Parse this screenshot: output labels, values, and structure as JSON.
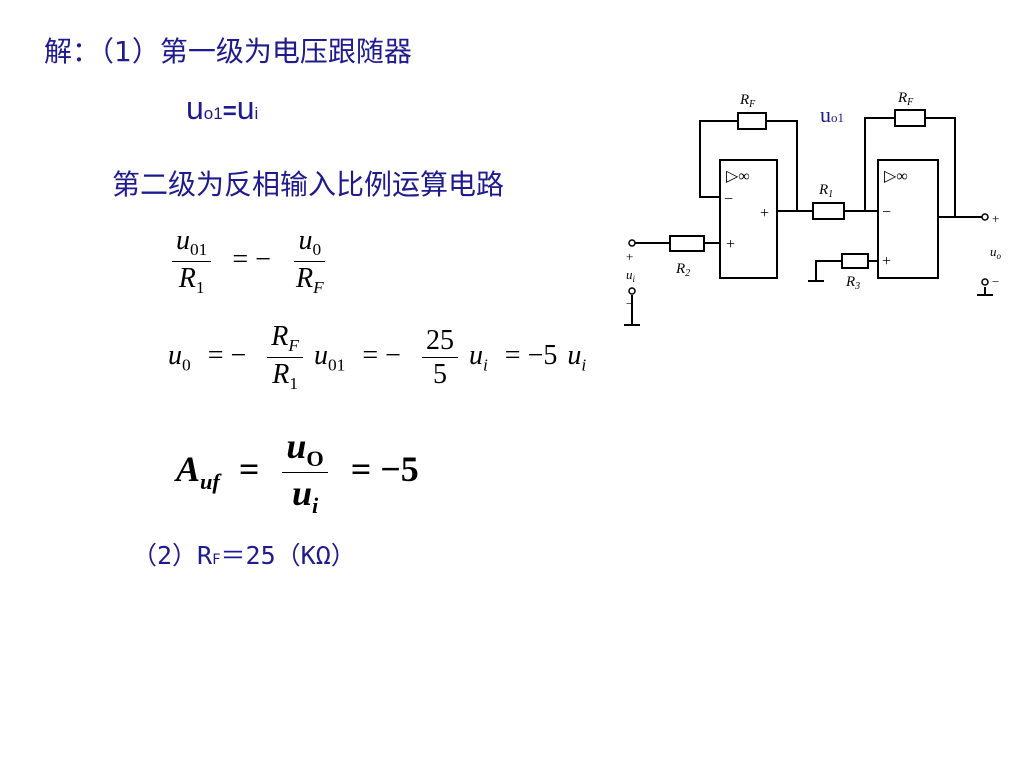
{
  "header": {
    "title": "解：（1）第一级为电压跟随器"
  },
  "eq_follower": {
    "lhs_main": "u",
    "lhs_sub": "o1",
    "equals": "=",
    "rhs_main": "u",
    "rhs_sub": "i"
  },
  "stage2_text": "第二级为反相输入比例运算电路",
  "eq1": {
    "num_left_var": "u",
    "num_left_sub": "01",
    "den_left_var": "R",
    "den_left_sub": "1",
    "op": "= −",
    "num_right_var": "u",
    "num_right_sub": "0",
    "den_right_var": "R",
    "den_right_sub": "F"
  },
  "eq2": {
    "lhs_var": "u",
    "lhs_sub": "0",
    "op1": "= −",
    "frac1_num_var": "R",
    "frac1_num_sub": "F",
    "frac1_den_var": "R",
    "frac1_den_sub": "1",
    "mid_var": "u",
    "mid_sub": "01",
    "op2": "= −",
    "frac2_num": "25",
    "frac2_den": "5",
    "ui_var": "u",
    "ui_sub": "i",
    "op3": "= −5",
    "final_var": "u",
    "final_sub": "i"
  },
  "eq3": {
    "lhs_var": "A",
    "lhs_sub": "uf",
    "op1": "=",
    "num_var": "u",
    "num_sub": "O",
    "den_var": "u",
    "den_sub": "i",
    "op2": "= −5"
  },
  "part2": {
    "prefix": "（2）R",
    "sub": "F",
    "rest": "＝25（KΩ）"
  },
  "circuit": {
    "label_uo1": "u",
    "label_uo1_sub": "o1",
    "rf_left": "R",
    "rf_left_sub": "F",
    "rf_right": "R",
    "rf_right_sub": "F",
    "r1": "R",
    "r1_sub": "1",
    "r2": "R",
    "r2_sub": "2",
    "r3": "R",
    "r3_sub": "3",
    "inf": "▷∞",
    "minus": "−",
    "plus": "+",
    "ui": "u",
    "ui_sub": "i",
    "uo": "u",
    "uo_sub": "o"
  }
}
